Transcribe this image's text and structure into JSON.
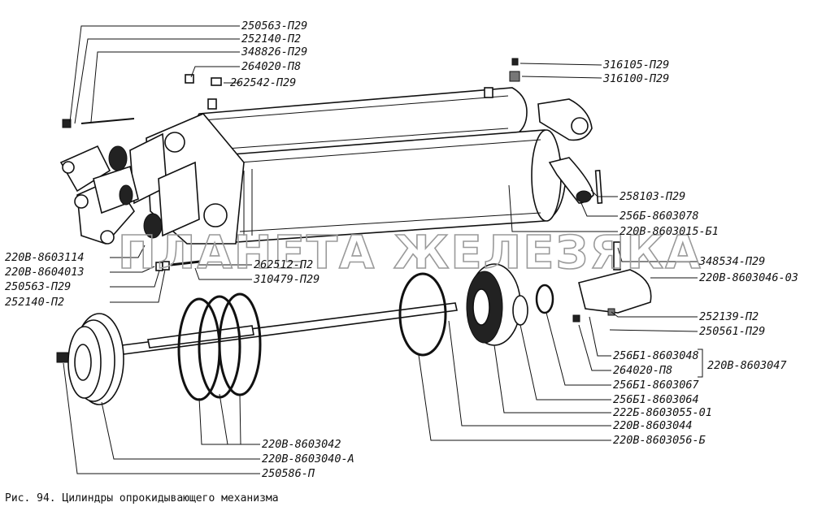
{
  "caption": "Рис. 94. Цилиндры опрокидывающего механизма",
  "watermark": "ПЛАНЕТА ЖЕЛЕЗЯКА",
  "group_label": "220В-8603047",
  "labels": [
    "250563-П29",
    "252140-П2",
    "348826-П29",
    "264020-П8",
    "262542-П29",
    "316105-П29",
    "316100-П29",
    "258103-П29",
    "256Б-8603078",
    "220В-8603015-Б1",
    "220В-8603114",
    "220В-8604013",
    "250563-П29",
    "252140-П2",
    "262512-П2",
    "310479-П29",
    "348534-П29",
    "220В-8603046-03",
    "252139-П2",
    "250561-П29",
    "256Б1-8603048",
    "264020-П8",
    "256Б1-8603067",
    "256Б1-8603064",
    "222Б-8603055-01",
    "220В-8603044",
    "220В-8603056-Б",
    "220В-8603042",
    "220В-8603040-А",
    "250586-П"
  ]
}
